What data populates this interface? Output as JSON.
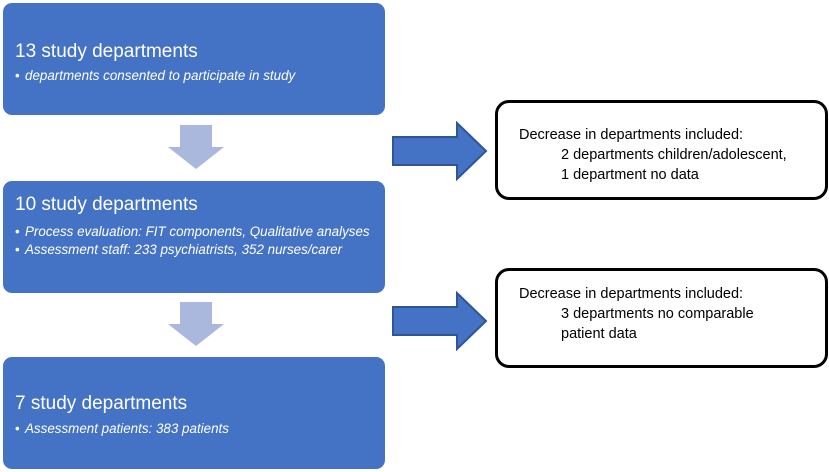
{
  "step1": {
    "title": "13 study departments",
    "bullets": [
      "departments consented to participate in study"
    ]
  },
  "step2": {
    "title": "10 study departments",
    "bullets": [
      "Process evaluation: FIT components, Qualitative analyses",
      "Assessment staff: 233 psychiatrists, 352 nurses/carer"
    ]
  },
  "step3": {
    "title": "7 study departments",
    "bullets": [
      "Assessment patients: 383 patients"
    ]
  },
  "exclusion1": {
    "heading": "Decrease in departments included:",
    "lines": [
      "2 departments children/adolescent,",
      "1 department no data"
    ]
  },
  "exclusion2": {
    "heading": "Decrease in departments included:",
    "lines": [
      "3 departments no comparable",
      "patient data"
    ]
  },
  "colors": {
    "box_fill": "#4472C4",
    "down_arrow_fill": "#A9B8DC",
    "right_arrow_fill": "#4472C4",
    "right_arrow_stroke": "#2F5597"
  }
}
